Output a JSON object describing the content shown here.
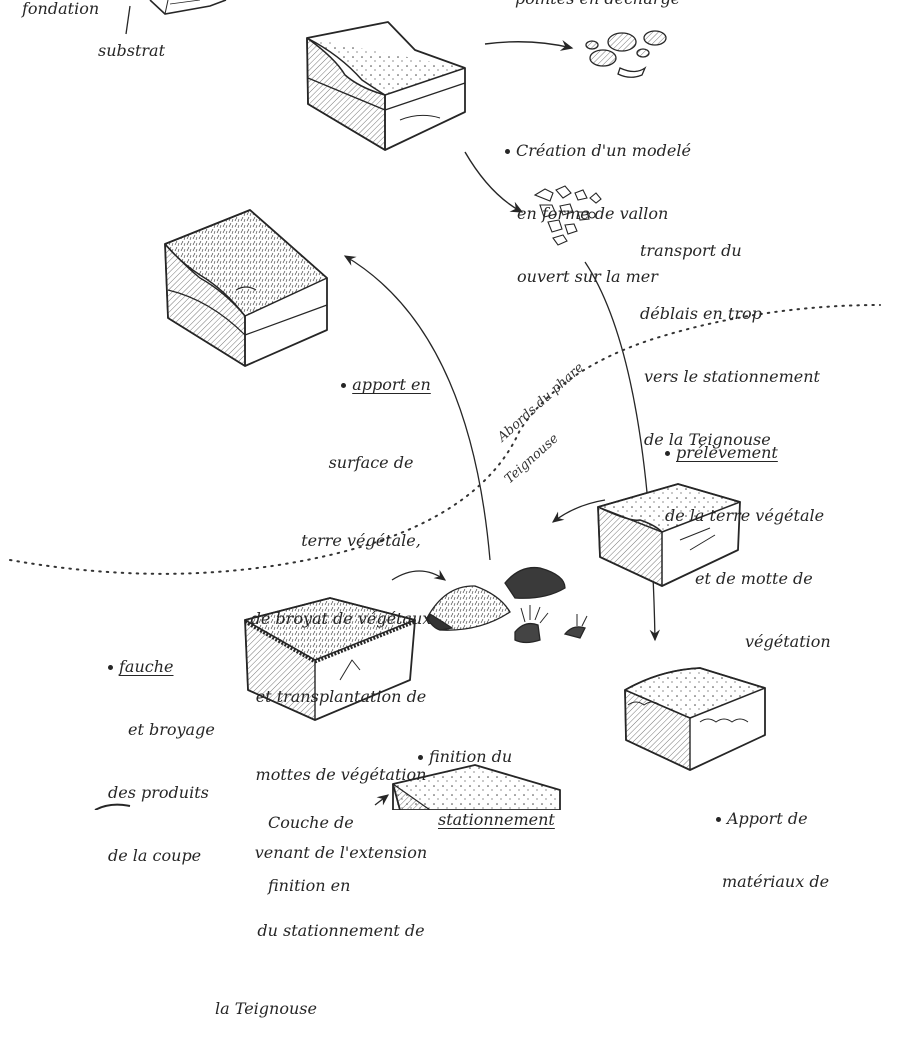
{
  "title": "Séquence de travaux – modelé de terrain, abords du phare de la Teignouse",
  "colors": {
    "ink": "#262626",
    "paper": "#ffffff",
    "hatch": "#555555"
  },
  "labels": {
    "fondation": "fondation",
    "substrat": "substrat",
    "top_partial": "pointes en décharge",
    "zone_boundary_line1": "Abords du phare",
    "zone_boundary_line2": "Teignouse"
  },
  "steps": [
    {
      "id": "creation-modele",
      "lines": [
        "Création d'un modelé",
        "en forme de vallon",
        "ouvert sur la mer"
      ],
      "underline": "d'un"
    },
    {
      "id": "transport-deblais",
      "lines": [
        "transport du",
        "déblais en trop",
        "vers le stationnement",
        "de la Teignouse"
      ]
    },
    {
      "id": "apport-surface",
      "lines": [
        "apport en",
        "surface de",
        "terre végétale,",
        "de broyat de végétaux",
        "et transplantation de",
        "mottes de végétation",
        "venant de l'extension",
        "du stationnement de",
        "la Teignouse"
      ],
      "underline": "apport"
    },
    {
      "id": "prelevement",
      "lines": [
        "prélèvement",
        "de la terre végétale",
        "et de motte de",
        "végétation"
      ],
      "underline": "prélèvement"
    },
    {
      "id": "fauche-broyage",
      "lines": [
        "fauche",
        "et broyage",
        "des produits",
        "de la coupe"
      ],
      "underline": "fauche / broyage"
    },
    {
      "id": "finition-stationnement",
      "lines": [
        "finition du",
        "stationnement"
      ],
      "underline": "stationnement"
    },
    {
      "id": "couche-finition",
      "lines": [
        "Couche de",
        "finition en"
      ]
    },
    {
      "id": "apport-materiaux",
      "lines": [
        "Apport de",
        "matériaux de"
      ],
      "underline": "de"
    }
  ],
  "illustrations": [
    {
      "name": "soil-block-substrat-partial"
    },
    {
      "name": "soil-block-vallon"
    },
    {
      "name": "rock-debris-pile"
    },
    {
      "name": "excavated-rubble-pile"
    },
    {
      "name": "soil-block-vegetated"
    },
    {
      "name": "soil-block-prelevement"
    },
    {
      "name": "soil-block-mown"
    },
    {
      "name": "mulch-and-turf-clods"
    },
    {
      "name": "soil-block-aggregate"
    },
    {
      "name": "soil-block-finition"
    }
  ]
}
